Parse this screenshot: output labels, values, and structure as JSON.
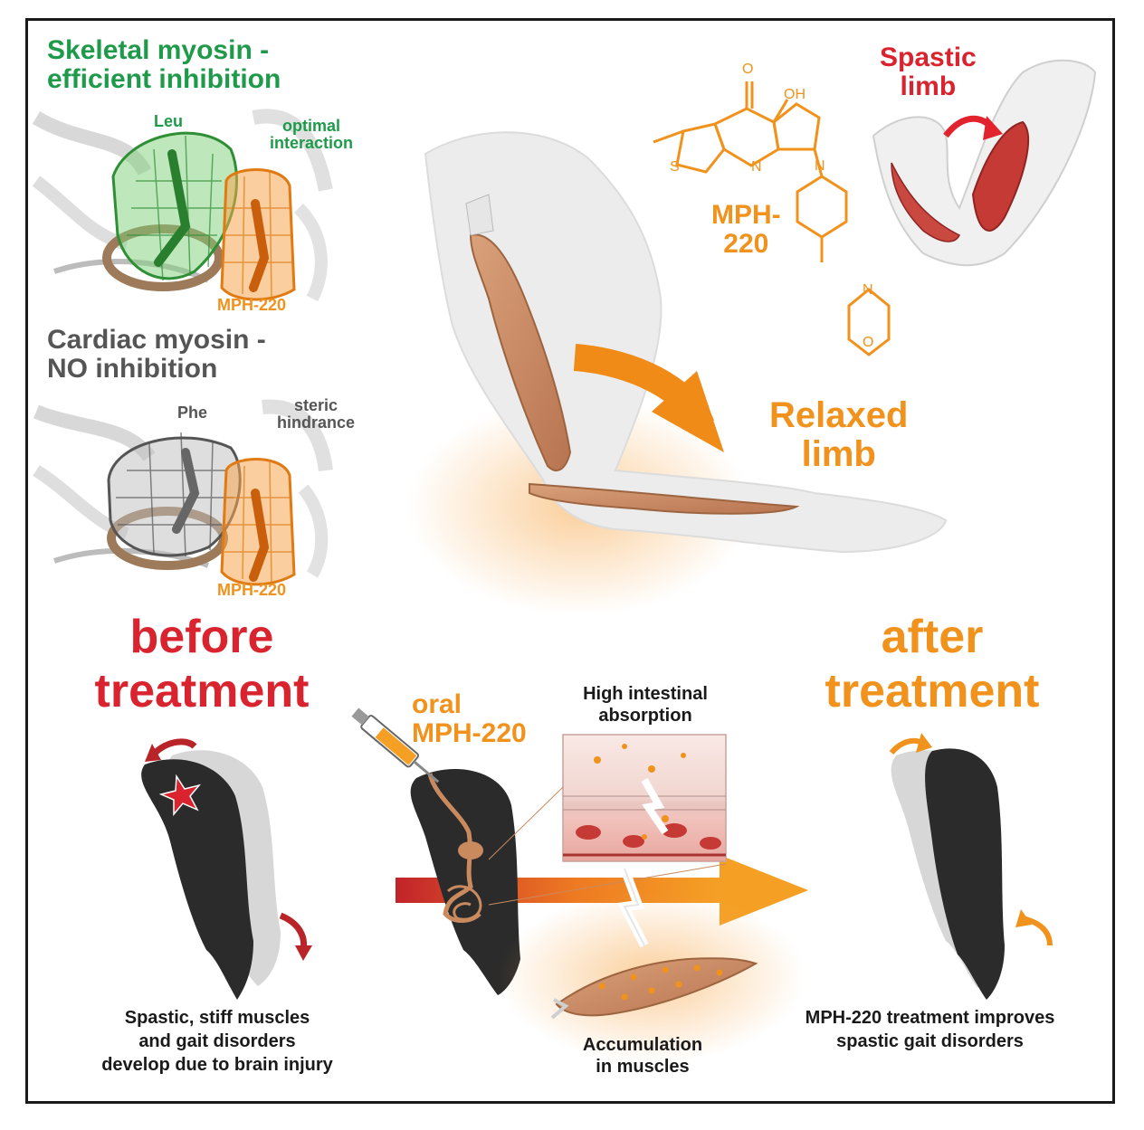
{
  "colors": {
    "green": "#1e9a4a",
    "gray": "#555555",
    "orange": "#f0921c",
    "red": "#d9232e",
    "dark": "#1a1a1a",
    "muscle": "#c98a5e"
  },
  "panel_skeletal": {
    "title": "Skeletal myosin -\nefficient inhibition",
    "residue_label": "Leu",
    "interaction_label": "optimal\ninteraction",
    "compound_label": "MPH-220"
  },
  "panel_cardiac": {
    "title": "Cardiac myosin -\nNO inhibition",
    "residue_label": "Phe",
    "interaction_label": "steric\nhindrance",
    "compound_label": "MPH-220"
  },
  "molecule": {
    "name": "MPH-\n220",
    "atom_o_top": "O",
    "atom_oh": "OH",
    "atom_s": "S",
    "atom_n_ring": "N",
    "atom_n_amine": "N",
    "atom_n_morph": "N",
    "atom_o_morph": "O"
  },
  "spastic_limb_label": "Spastic\nlimb",
  "relaxed_limb_label": "Relaxed\nlimb",
  "before": {
    "title": "before\ntreatment",
    "caption": "Spastic, stiff muscles\nand gait disorders\ndevelop due to brain injury"
  },
  "oral": {
    "label": "oral\nMPH-220"
  },
  "intestine": {
    "label": "High intestinal\nabsorption"
  },
  "accumulation": {
    "label": "Accumulation\nin muscles"
  },
  "after": {
    "title": "after\ntreatment",
    "caption": "MPH-220 treatment improves\nspastic gait disorders"
  }
}
